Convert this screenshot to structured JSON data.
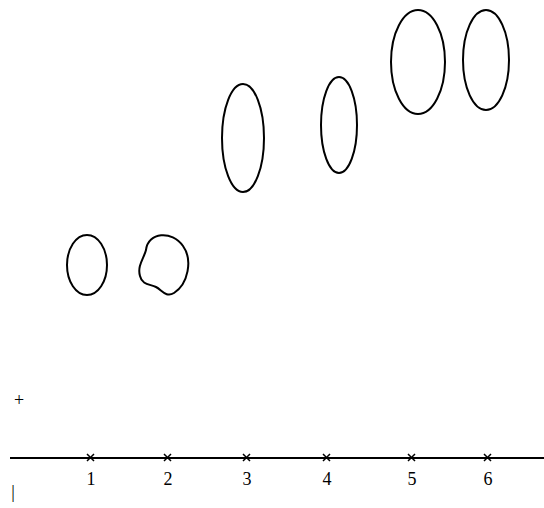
{
  "diagram": {
    "labels": [
      "+",
      "1",
      "2",
      "3",
      "4",
      "5",
      "6",
      "|"
    ]
  }
}
